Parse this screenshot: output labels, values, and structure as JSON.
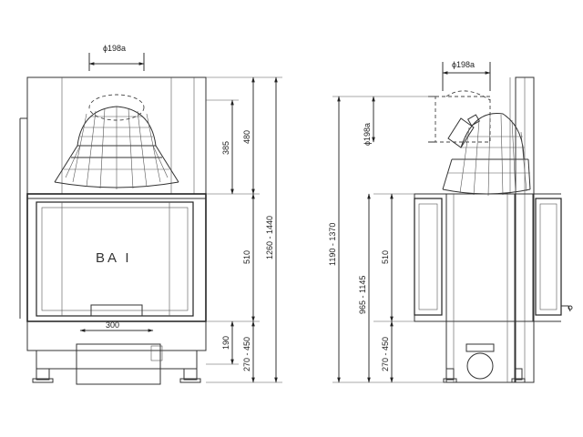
{
  "front_view": {
    "flue_diameter": "ϕ198a",
    "model_label": "BA I",
    "dimensions": {
      "top_section": "480",
      "top_partial": "385",
      "glass_height": "510",
      "total_height": "1260 - 1440",
      "bottom_section": "190",
      "base_height": "270 - 450",
      "door_handle_width": "300"
    }
  },
  "side_view": {
    "flue_diameter_top": "ϕ198a",
    "flue_diameter_side": "ϕ198a",
    "dimensions": {
      "total_height": "1190 - 1370",
      "mid_height": "965 - 1145",
      "glass_height": "510",
      "base_height": "270 - 450"
    }
  }
}
